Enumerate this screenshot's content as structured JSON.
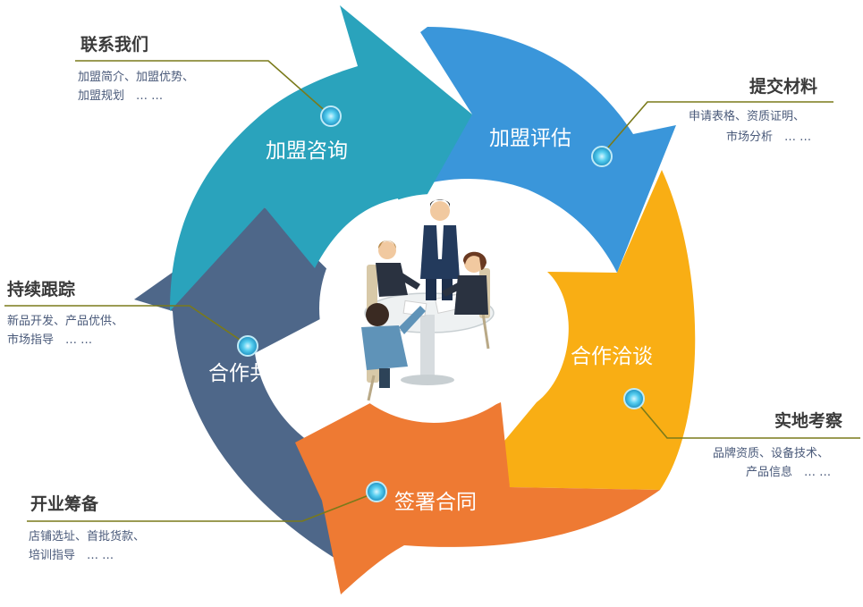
{
  "colors": {
    "teal": "#2AA3BC",
    "blue": "#3A96DA",
    "yellow": "#F9AE14",
    "orange": "#EE7A33",
    "slate": "#4E6789",
    "leader": "#7A7A1A",
    "heading_text": "#3A3A3A",
    "desc_text": "#4A5A7A"
  },
  "segments": [
    {
      "label": "加盟咨询",
      "color": "#2AA3BC"
    },
    {
      "label": "加盟评估",
      "color": "#3A96DA"
    },
    {
      "label": "合作洽谈",
      "color": "#F9AE14"
    },
    {
      "label": "签署合同",
      "color": "#EE7A33"
    },
    {
      "label": "合作共赢",
      "color": "#4E6789"
    }
  ],
  "callouts": [
    {
      "heading": "联系我们",
      "line1": "加盟简介、加盟优势、",
      "line2": "加盟规划　…  …"
    },
    {
      "heading": "提交材料",
      "line1": "申请表格、资质证明、",
      "line2": "市场分析　…  …"
    },
    {
      "heading": "实地考察",
      "line1": "品牌资质、设备技术、",
      "line2": "产品信息　…  …"
    },
    {
      "heading": "开业筹备",
      "line1": "店铺选址、首批货款、",
      "line2": "培训指导　…  …"
    },
    {
      "heading": "持续跟踪",
      "line1": "新品开发、产品优供、",
      "line2": "市场指导　…  …"
    }
  ],
  "center_image": "business-meeting-illustration"
}
